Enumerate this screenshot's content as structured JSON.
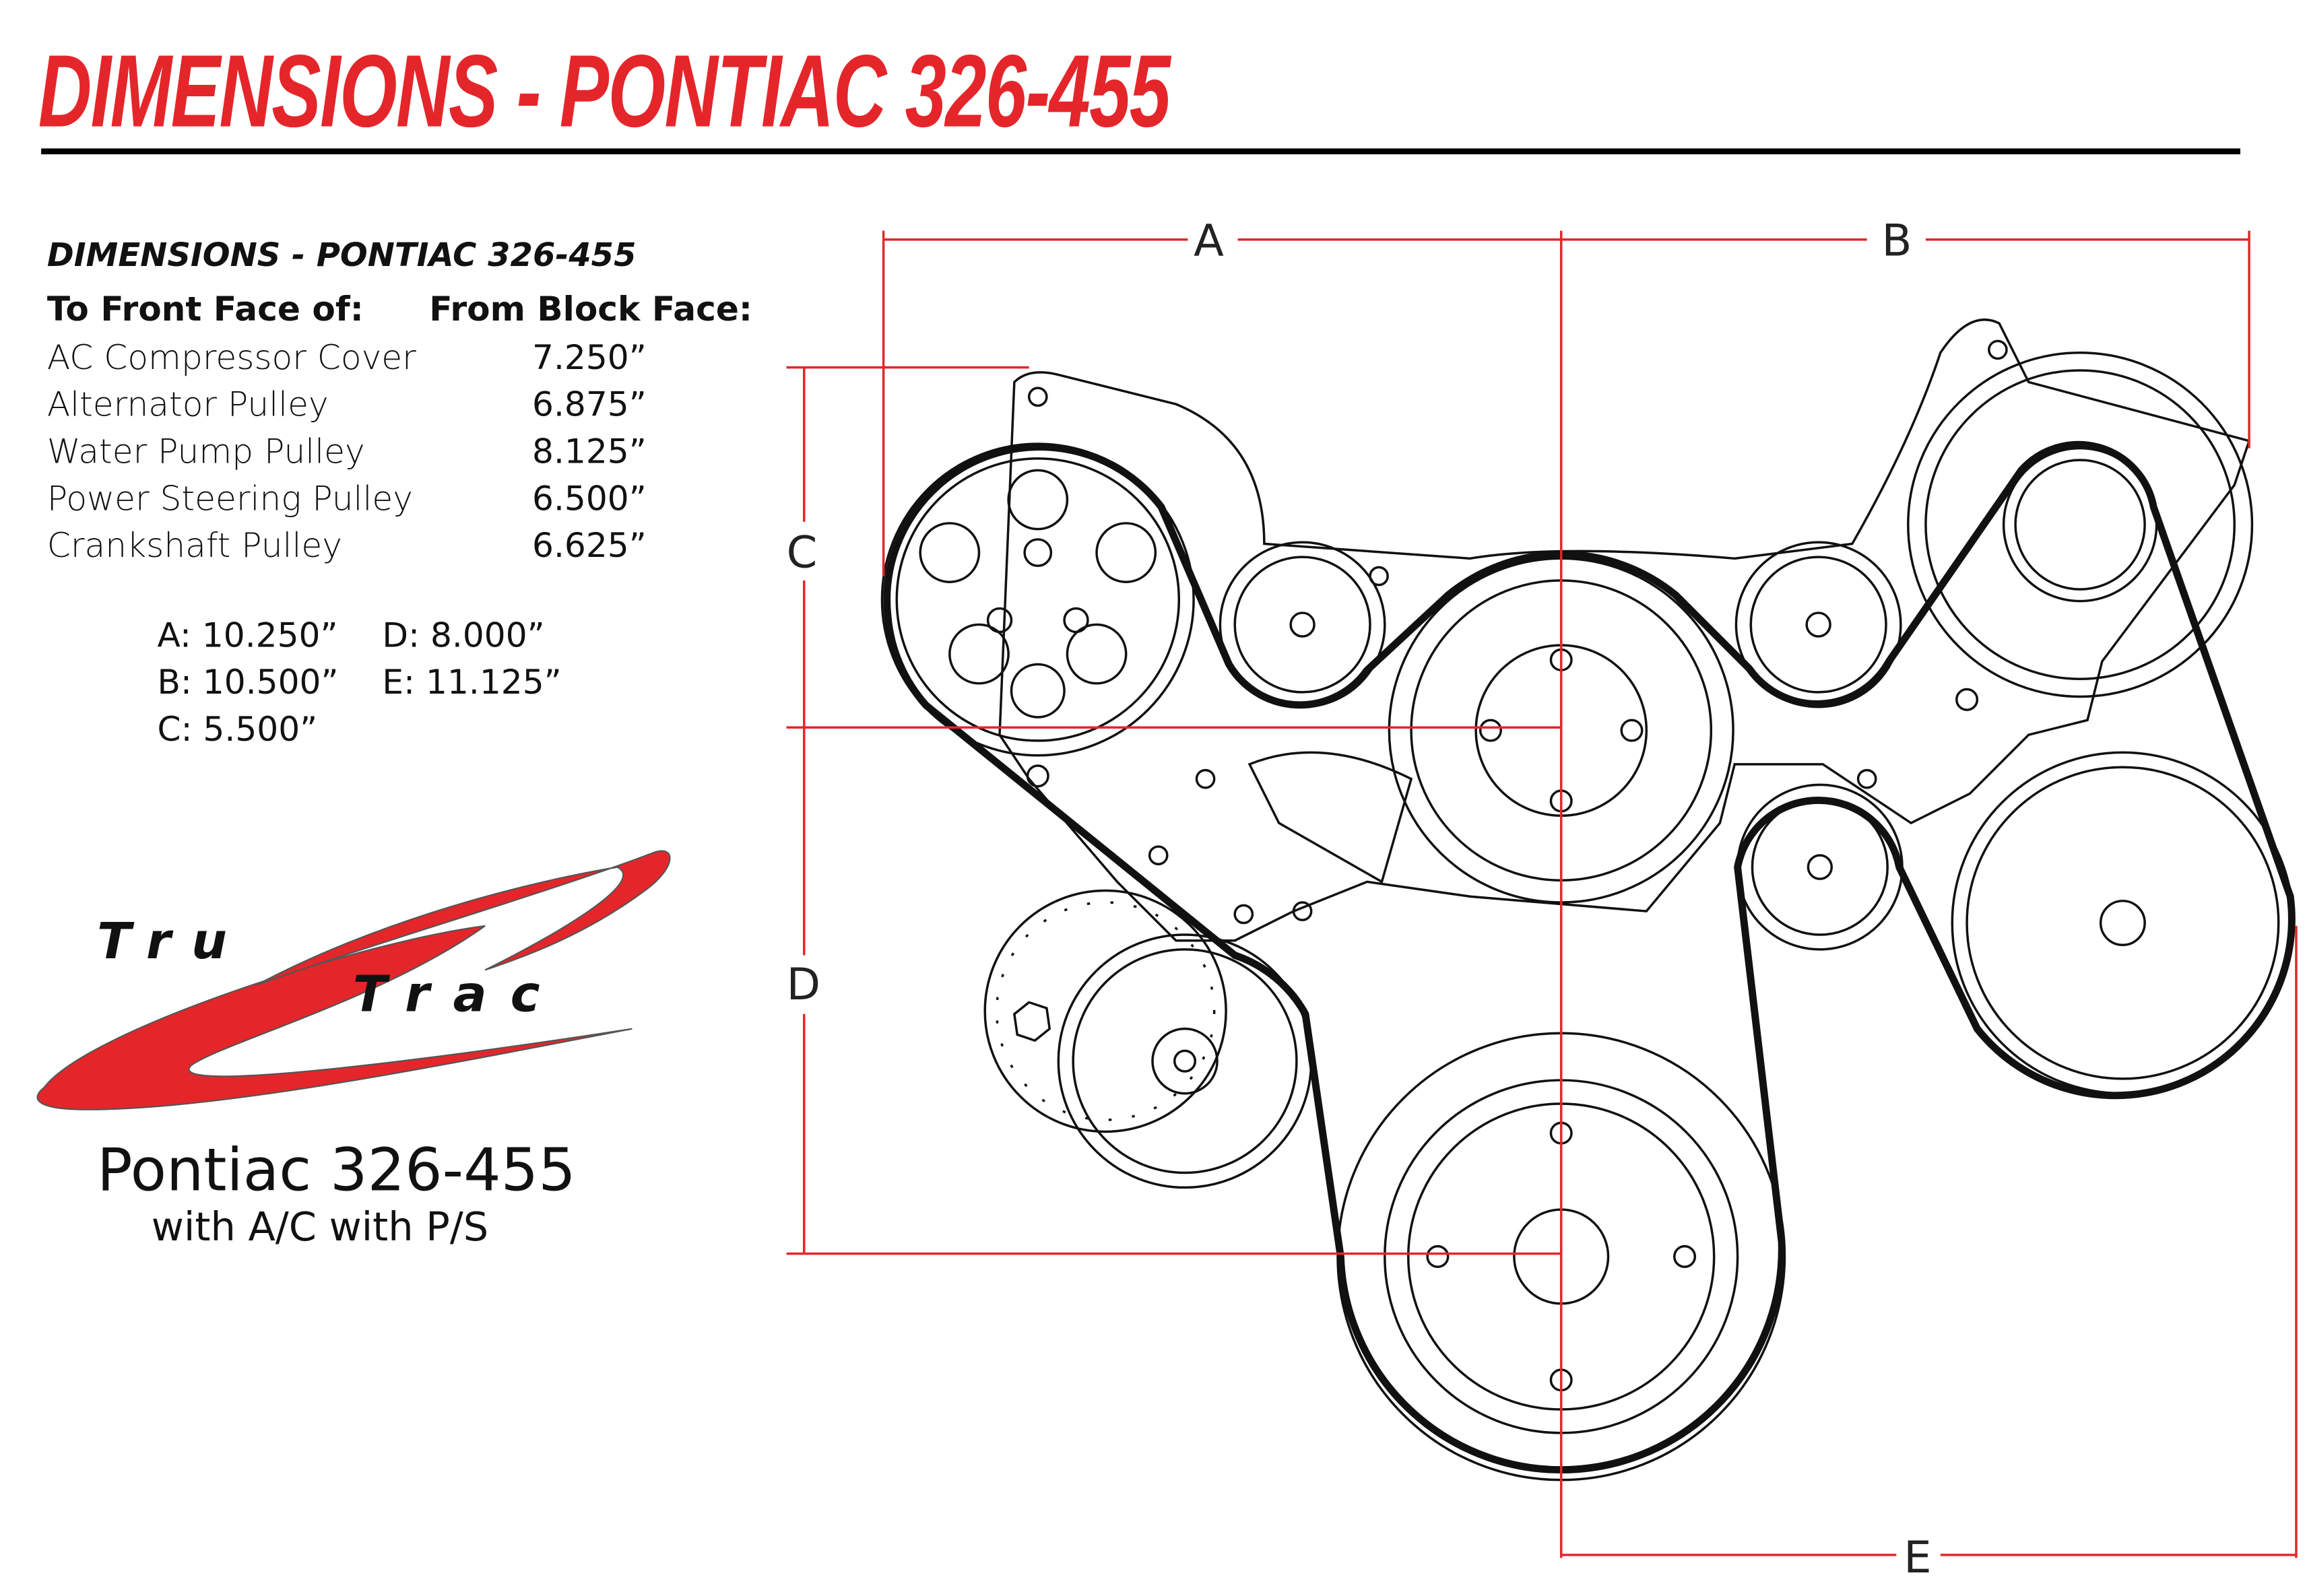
{
  "title": "DIMENSIONS - PONTIAC 326-455",
  "table": {
    "heading": "DIMENSIONS - PONTIAC 326-455",
    "col1_header": "To Front Face of:",
    "col2_header": "From Block Face:",
    "rows": [
      {
        "label": "AC Compressor Cover",
        "value": "7.250”"
      },
      {
        "label": "Alternator Pulley",
        "value": "6.875”"
      },
      {
        "label": "Water Pump Pulley",
        "value": "8.125”"
      },
      {
        "label": "Power Steering Pulley",
        "value": "6.500”"
      },
      {
        "label": "Crankshaft Pulley",
        "value": "6.625”"
      }
    ]
  },
  "summary": {
    "a": "A: 10.250”",
    "b": "B: 10.500”",
    "c": "C:  5.500”",
    "d": "D:  8.000”",
    "e": "E: 11.125”"
  },
  "logo": {
    "line1": "Tru",
    "line2": "Trac"
  },
  "caption": {
    "model": "Pontiac 326-455",
    "options": "with A/C with P/S"
  },
  "dimension_labels": {
    "a": "A",
    "b": "B",
    "c": "C",
    "d": "D",
    "e": "E"
  },
  "colors": {
    "accent": "#e4262b",
    "line": "#111111"
  }
}
